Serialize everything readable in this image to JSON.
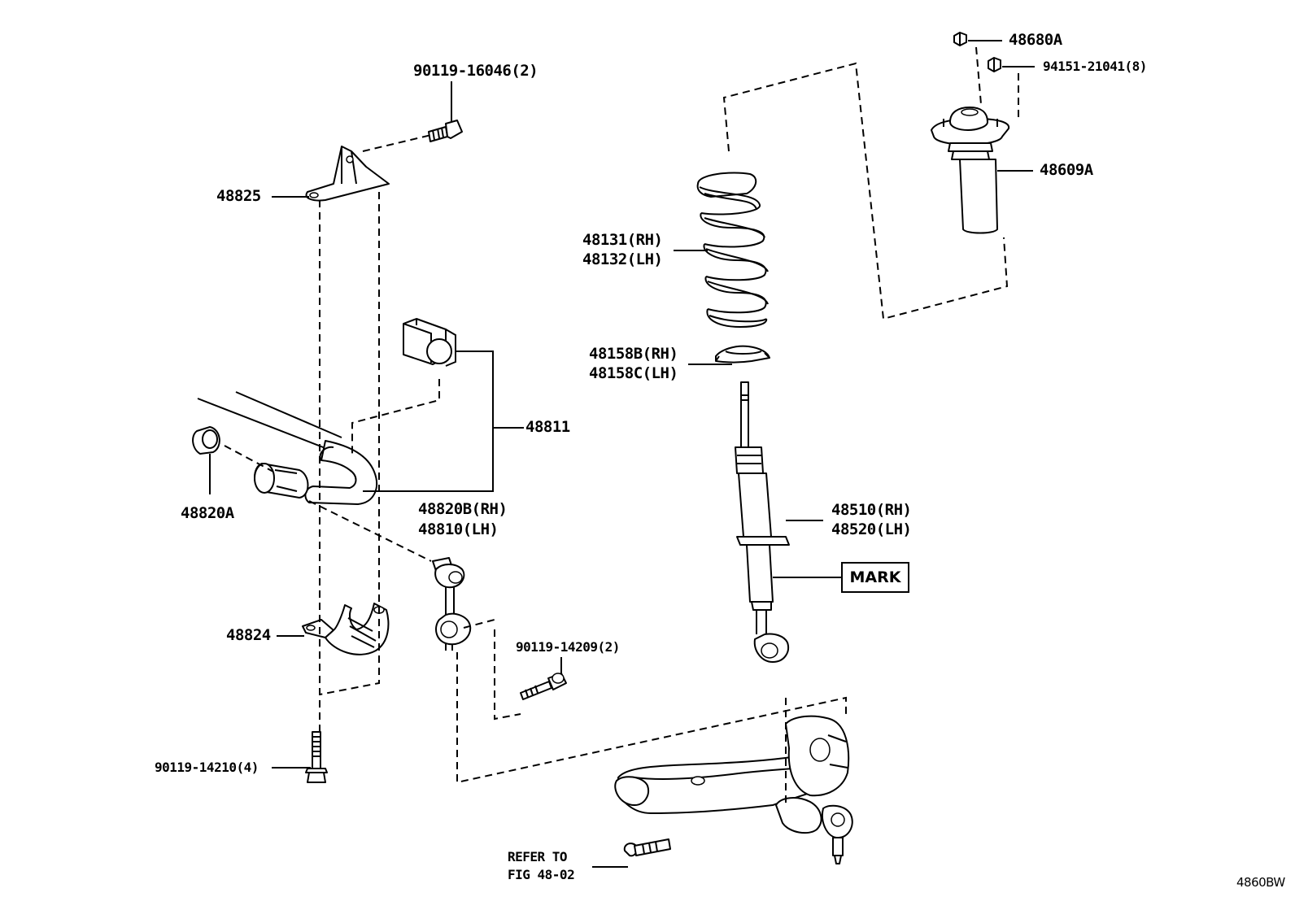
{
  "labels": {
    "bolt_bracket_top": "90119-16046(2)",
    "bracket_upper": "48825",
    "bushing_main": "48811",
    "bushing_small": "48820A",
    "link_rh_lh_1": "48820B(RH)",
    "link_rh_lh_2": "48810(LH)",
    "bracket_lower": "48824",
    "bolt_link": "90119-14209(2)",
    "bolt_bracket_bottom": "90119-14210(4)",
    "nut_top": "48680A",
    "nut_mount": "94151-21041(8)",
    "mount": "48609A",
    "spring_rh": "48131(RH)",
    "spring_lh": "48132(LH)",
    "seat_rh": "48158B(RH)",
    "seat_lh": "48158C(LH)",
    "shock_rh": "48510(RH)",
    "shock_lh": "48520(LH)",
    "mark": "MARK",
    "refer_1": "REFER TO",
    "refer_2": "FIG 48-02",
    "diagram_code": "4860BW"
  }
}
